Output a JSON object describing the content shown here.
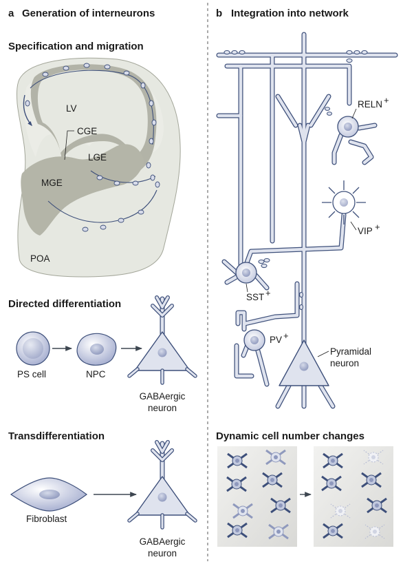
{
  "panel_a": {
    "heading_letter": "a",
    "heading": "Generation of interneurons",
    "specification": {
      "title": "Specification and migration",
      "labels": {
        "lv": "LV",
        "cge": "CGE",
        "lge": "LGE",
        "mge": "MGE",
        "poa": "POA"
      }
    },
    "directed": {
      "title": "Directed differentiation",
      "ps_cell": "PS cell",
      "npc": "NPC",
      "gaba_line1": "GABAergic",
      "gaba_line2": "neuron"
    },
    "transdiff": {
      "title": "Transdifferentiation",
      "fibroblast": "Fibroblast",
      "gaba_line1": "GABAergic",
      "gaba_line2": "neuron"
    }
  },
  "panel_b": {
    "heading_letter": "b",
    "heading": "Integration into network",
    "labels": {
      "reln": "RELN",
      "vip": "VIP",
      "sst": "SST",
      "pv": "PV",
      "plus": "+",
      "pyramidal_line1": "Pyramidal",
      "pyramidal_line2": "neuron"
    },
    "dynamic_title": "Dynamic cell number changes"
  },
  "colors": {
    "axon_blue": "#3d4f7a",
    "cell_fill": "#dfe3ee",
    "brain_fill": "#e6e8e1",
    "eminence_fill": "#b4b5a8",
    "dynamic_bg": "#e8e8e6"
  }
}
